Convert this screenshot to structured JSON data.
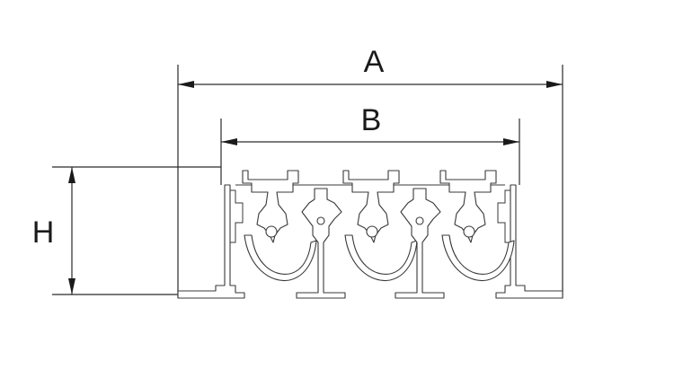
{
  "dimensions": {
    "overall_width": "A",
    "inner_width": "B",
    "height": "H"
  }
}
